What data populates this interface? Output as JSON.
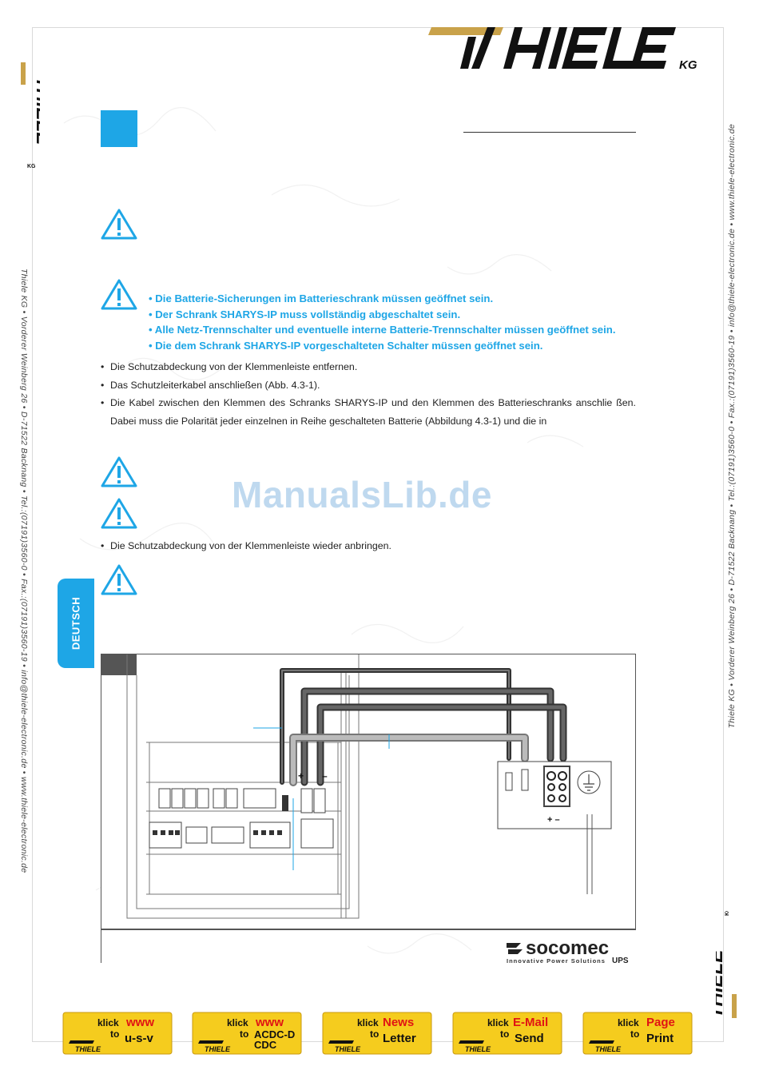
{
  "brand": {
    "logo_text": "THIELE",
    "logo_suffix": "KG",
    "gold": "#c9a24a",
    "black": "#111111"
  },
  "sidebar": {
    "left_address": "Thiele KG • Vorderer Weinberg 26 • D-71522 Backnang • Tel.:(07191)3560-0 • Fax.:(07191)3560-19 • info@thiele-electronic.de • www.thiele-electronic.de",
    "right_address": "Thiele KG • Vorderer Weinberg 26 • D-71522 Backnang • Tel.:(07191)3560-0 • Fax.:(07191)3560-19 • info@thiele-electronic.de • www.thiele-electronic.de",
    "language_tab": "DEUTSCH"
  },
  "warnings": {
    "bullets": [
      "Die Batterie-Sicherungen im Batterieschrank müssen geöffnet sein.",
      "Der Schrank SHARYS-IP muss vollständig abgeschaltet sein.",
      "Alle Netz-Trennschalter und eventuelle interne Batterie-Trennschalter müssen geöffnet sein.",
      "Die dem Schrank SHARYS-IP vorgeschalteten Schalter müssen geöffnet sein."
    ]
  },
  "body": {
    "steps": [
      "Die Schutzabdeckung von der Klemmenleiste entfernen.",
      "Das Schutzleiterkabel anschließen (Abb. 4.3-1).",
      "Die Kabel zwischen den Klemmen des Schranks SHARYS-IP und den Klemmen des Batterieschranks anschlie ßen. Dabei muss die Polarität jeder einzelnen in Reihe geschalteten Batterie (Abbildung 4.3-1) und die in"
    ],
    "final_step": "Die Schutzabdeckung von der Klemmenleiste wieder anbringen."
  },
  "watermark": "ManualsLib.de",
  "diagram": {
    "plus": "+",
    "minus": "–",
    "terminal_plus_minus": "+ –"
  },
  "footer": {
    "socomec_name": "socomec",
    "socomec_tagline": "Innovative Power Solutions",
    "socomec_ups": "UPS",
    "buttons": [
      {
        "klick": "klick",
        "top": "www",
        "to": "to",
        "bottom": "u-s-v"
      },
      {
        "klick": "klick",
        "top": "www",
        "to": "to",
        "bottom": "ACDC-DCDC"
      },
      {
        "klick": "klick",
        "top": "News",
        "to": "to",
        "bottom": "Letter"
      },
      {
        "klick": "klick",
        "top": "E-Mail",
        "to": "to",
        "bottom": "Send"
      },
      {
        "klick": "klick",
        "top": "Page",
        "to": "to",
        "bottom": "Print"
      }
    ],
    "button_mini_logo": "THIELE"
  },
  "colors": {
    "accent_blue": "#1ea6e6",
    "button_yellow": "#f5cc1e",
    "button_red": "#e01414"
  }
}
